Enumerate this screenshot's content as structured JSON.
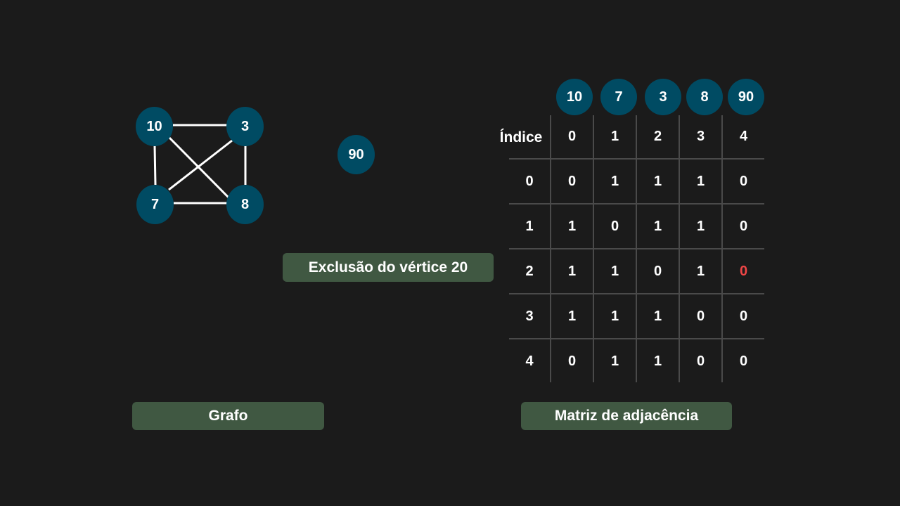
{
  "graph": {
    "nodes": [
      {
        "id": "10",
        "label": "10"
      },
      {
        "id": "3",
        "label": "3"
      },
      {
        "id": "7",
        "label": "7"
      },
      {
        "id": "8",
        "label": "8"
      },
      {
        "id": "90",
        "label": "90"
      }
    ],
    "edges": [
      [
        "10",
        "3"
      ],
      [
        "10",
        "7"
      ],
      [
        "10",
        "8"
      ],
      [
        "3",
        "7"
      ],
      [
        "3",
        "8"
      ],
      [
        "7",
        "8"
      ]
    ],
    "caption": "Grafo"
  },
  "status": {
    "message": "Exclusão do vértice 20"
  },
  "matrix": {
    "caption": "Matriz de adjacência",
    "corner_label": "Índice",
    "vertex_header": [
      "10",
      "7",
      "3",
      "8",
      "90"
    ],
    "col_indices": [
      "0",
      "1",
      "2",
      "3",
      "4"
    ],
    "row_indices": [
      "0",
      "1",
      "2",
      "3",
      "4"
    ],
    "rows": [
      [
        "0",
        "1",
        "1",
        "1",
        "0"
      ],
      [
        "1",
        "0",
        "1",
        "1",
        "0"
      ],
      [
        "1",
        "1",
        "0",
        "1",
        "0"
      ],
      [
        "1",
        "1",
        "1",
        "0",
        "0"
      ],
      [
        "0",
        "1",
        "1",
        "0",
        "0"
      ]
    ],
    "highlight": {
      "row": 2,
      "col": 4,
      "color": "#f04646"
    }
  },
  "colors": {
    "background": "#1b1b1b",
    "node": "#004b63",
    "caption_box": "#405842",
    "grid_line": "#4a4a4a"
  }
}
